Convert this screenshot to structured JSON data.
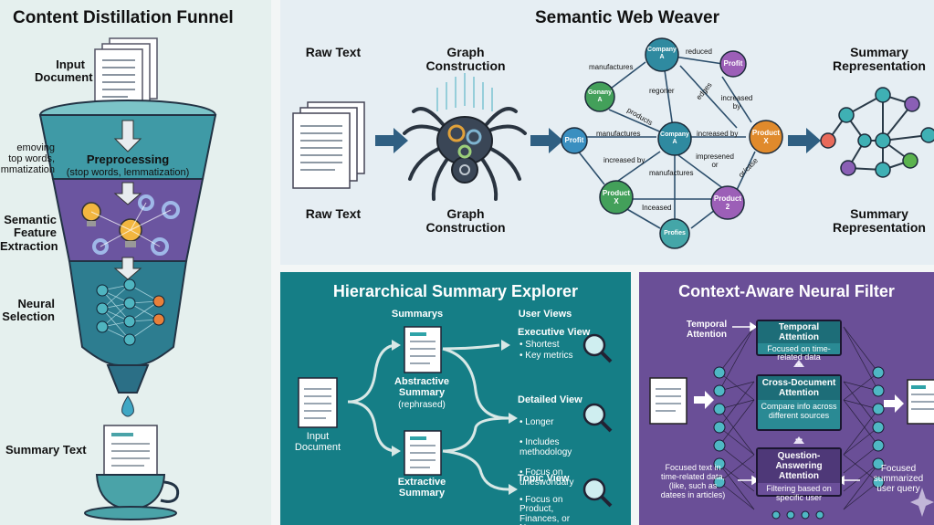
{
  "funnel": {
    "title": "Content Distillation Funnel",
    "input_label": "Input\nDocument",
    "preprocessing_title": "Preprocessing",
    "preprocessing_sub": "(stop words, lemmatization)",
    "removing_label": "emoving\ntop words,\nmmatization",
    "semantic_label": "Semantic\nFeature\nExtraction",
    "neural_label": "Neural\nSelection",
    "summary_label": "Summary Text",
    "colors": {
      "funnel_top": "#3f9aa6",
      "funnel_mid": "#6b55a0",
      "funnel_bottom": "#2d7d90",
      "cup": "#4aa3a8"
    }
  },
  "web": {
    "title": "Semantic Web Weaver",
    "raw_text_top": "Raw Text",
    "raw_text_bottom": "Raw Text",
    "graph_top": "Graph\nConstruction",
    "graph_bottom": "Graph\nConstruction",
    "summary_top": "Summary\nRepresentation",
    "summary_bottom": "Summary\nRepresentation",
    "nodes": {
      "company_a_top": "Company\nA",
      "profit_top": "Profit",
      "gonany_a": "Gonany\nA",
      "profit_left": "Profit",
      "company_a_center": "Company\nA",
      "product_x_right": "Product\nX",
      "product_x_left": "Product\nX",
      "product_2": "Product\n2",
      "profies": "Profies"
    },
    "edges": {
      "reduced": "reduced",
      "manufactures_top": "manufactures",
      "regoner": "regoner",
      "edges": "edges",
      "increased_by_top": "increased\nby",
      "products": "products",
      "manufactures_mid": "manufactures",
      "increased_by_mid": "increased by",
      "increased_by_left": "increased by",
      "impresened": "impresened\nor",
      "manufactures_low": "manufactures",
      "orcase": "or/case",
      "inceased": "Inceased"
    }
  },
  "hier": {
    "title": "Hierarchical Summary Explorer",
    "col_summaries": "Summarys",
    "col_views": "User Views",
    "input": "Input\nDocument",
    "abstractive": "Abstractive\nSummary",
    "abstractive_sub": "(rephrased)",
    "extractive": "Extractive\nSummary",
    "exec_title": "Executive View",
    "exec_items": [
      "Shortest",
      "Key metrics"
    ],
    "detail_title": "Detailed View",
    "detail_items": [
      "Longer",
      "Includes\nmethodology",
      "Focus on\nuneswondary"
    ],
    "topic_title": "Topic View",
    "topic_items": [
      "Focus on\nProduct,\nFinances, or\nNews"
    ]
  },
  "neural": {
    "title": "Context-Aware Neural Filter",
    "temporal_label": "Temporal\nAttention",
    "box1_title": "Temporal Attention",
    "box1_text": "Focused on time-\nrelated data",
    "box2_title": "Cross-Document\nAttention",
    "box2_text": "Compare info across\ndifferent sources",
    "box3_title": "Question-Answering\nAttention",
    "box3_text": "Filtering based on\nspecific user",
    "left_note": "Focused text in\ntime-related data,\n(like, such as\ndatees in articles)",
    "right_note": "Focused\nsummarized\nuser query",
    "dots1": "...",
    "dots2": "..."
  }
}
